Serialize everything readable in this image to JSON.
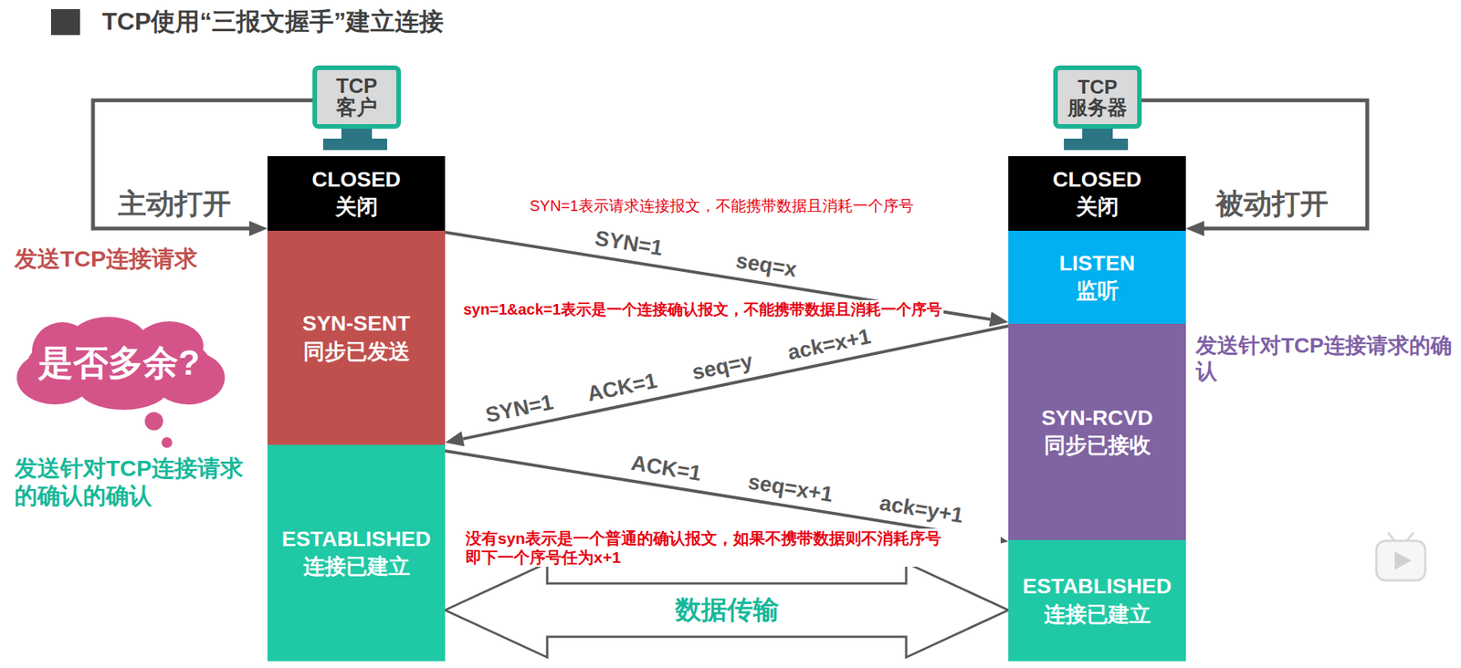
{
  "diagram": {
    "title": "TCP使用“三报文握手”建立连接",
    "nodes": [
      {
        "text": [
          "TCP 客户"
        ]
      },
      {
        "text": [
          "CLOSED",
          "关闭"
        ]
      },
      {
        "text": [
          "SYN-SENT",
          "同步已发送"
        ]
      },
      {
        "text": [
          "ESTABLISHED",
          "连接已建立"
        ]
      },
      {
        "text": [
          "是否多余?"
        ]
      },
      {
        "text": [
          "TCP 服务器"
        ]
      },
      {
        "text": [
          "CLOSED",
          "关闭"
        ]
      },
      {
        "text": [
          "LISTEN",
          "监听"
        ]
      },
      {
        "text": [
          "SYN-RCVD",
          "同步已接收"
        ]
      },
      {
        "text": [
          "ESTABLISHED",
          "连接已建立"
        ]
      }
    ],
    "edges": [
      {
        "from": 0,
        "to": 1,
        "arrow": "to",
        "label": "主动打开"
      },
      {
        "from": 5,
        "to": 6,
        "arrow": "to",
        "label": "被动打开"
      },
      {
        "from": 2,
        "to": 7,
        "arrow": "to",
        "label": "SYN=1 seq=x"
      },
      {
        "from": 8,
        "to": 2,
        "arrow": "to",
        "label": "SYN=1 ACK=1 seq=y ack=x+1"
      },
      {
        "from": 3,
        "to": 9,
        "arrow": "to",
        "label": "ACK=1 seq=x+1 ack=y+1"
      },
      {
        "from": 3,
        "to": 9,
        "arrow": "both",
        "label": "数据传输"
      }
    ],
    "labels": [
      "发送TCP连接请求",
      "SYN=1表示请求连接报文，不能携带数据且消耗一个序号",
      "syn=1&ack=1表示是一个连接确认报文，不能携带数据且消耗一个序号",
      "发送针对TCP连接请求的确认",
      "发送针对TCP连接请求的确认的确认",
      "没有syn表示是一个普通的确认报文，如果不携带数据则不消耗序号 即下一个序号任为x+1"
    ]
  }
}
